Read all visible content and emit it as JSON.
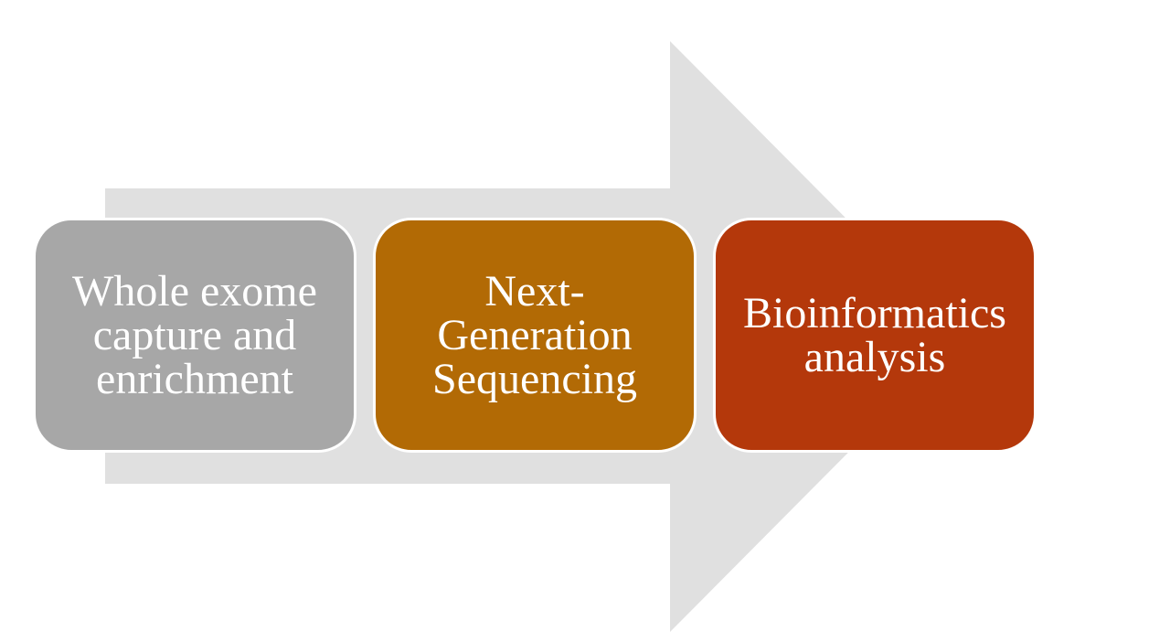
{
  "diagram": {
    "kind": "horizontal-process-arrow",
    "direction": "left-to-right",
    "arrow": {
      "fill": "#E0E0E0"
    },
    "shape_border_color": "#FFFFFF",
    "text_color": "#FFFFFF",
    "background_color": "#FFFFFF",
    "steps": [
      {
        "label": "Whole exome capture and enrichment",
        "fill": "#A7A7A7"
      },
      {
        "label": "Next-Generation Sequencing",
        "fill": "#B26A05"
      },
      {
        "label": "Bioinformatics analysis",
        "fill": "#B4380B"
      }
    ]
  }
}
